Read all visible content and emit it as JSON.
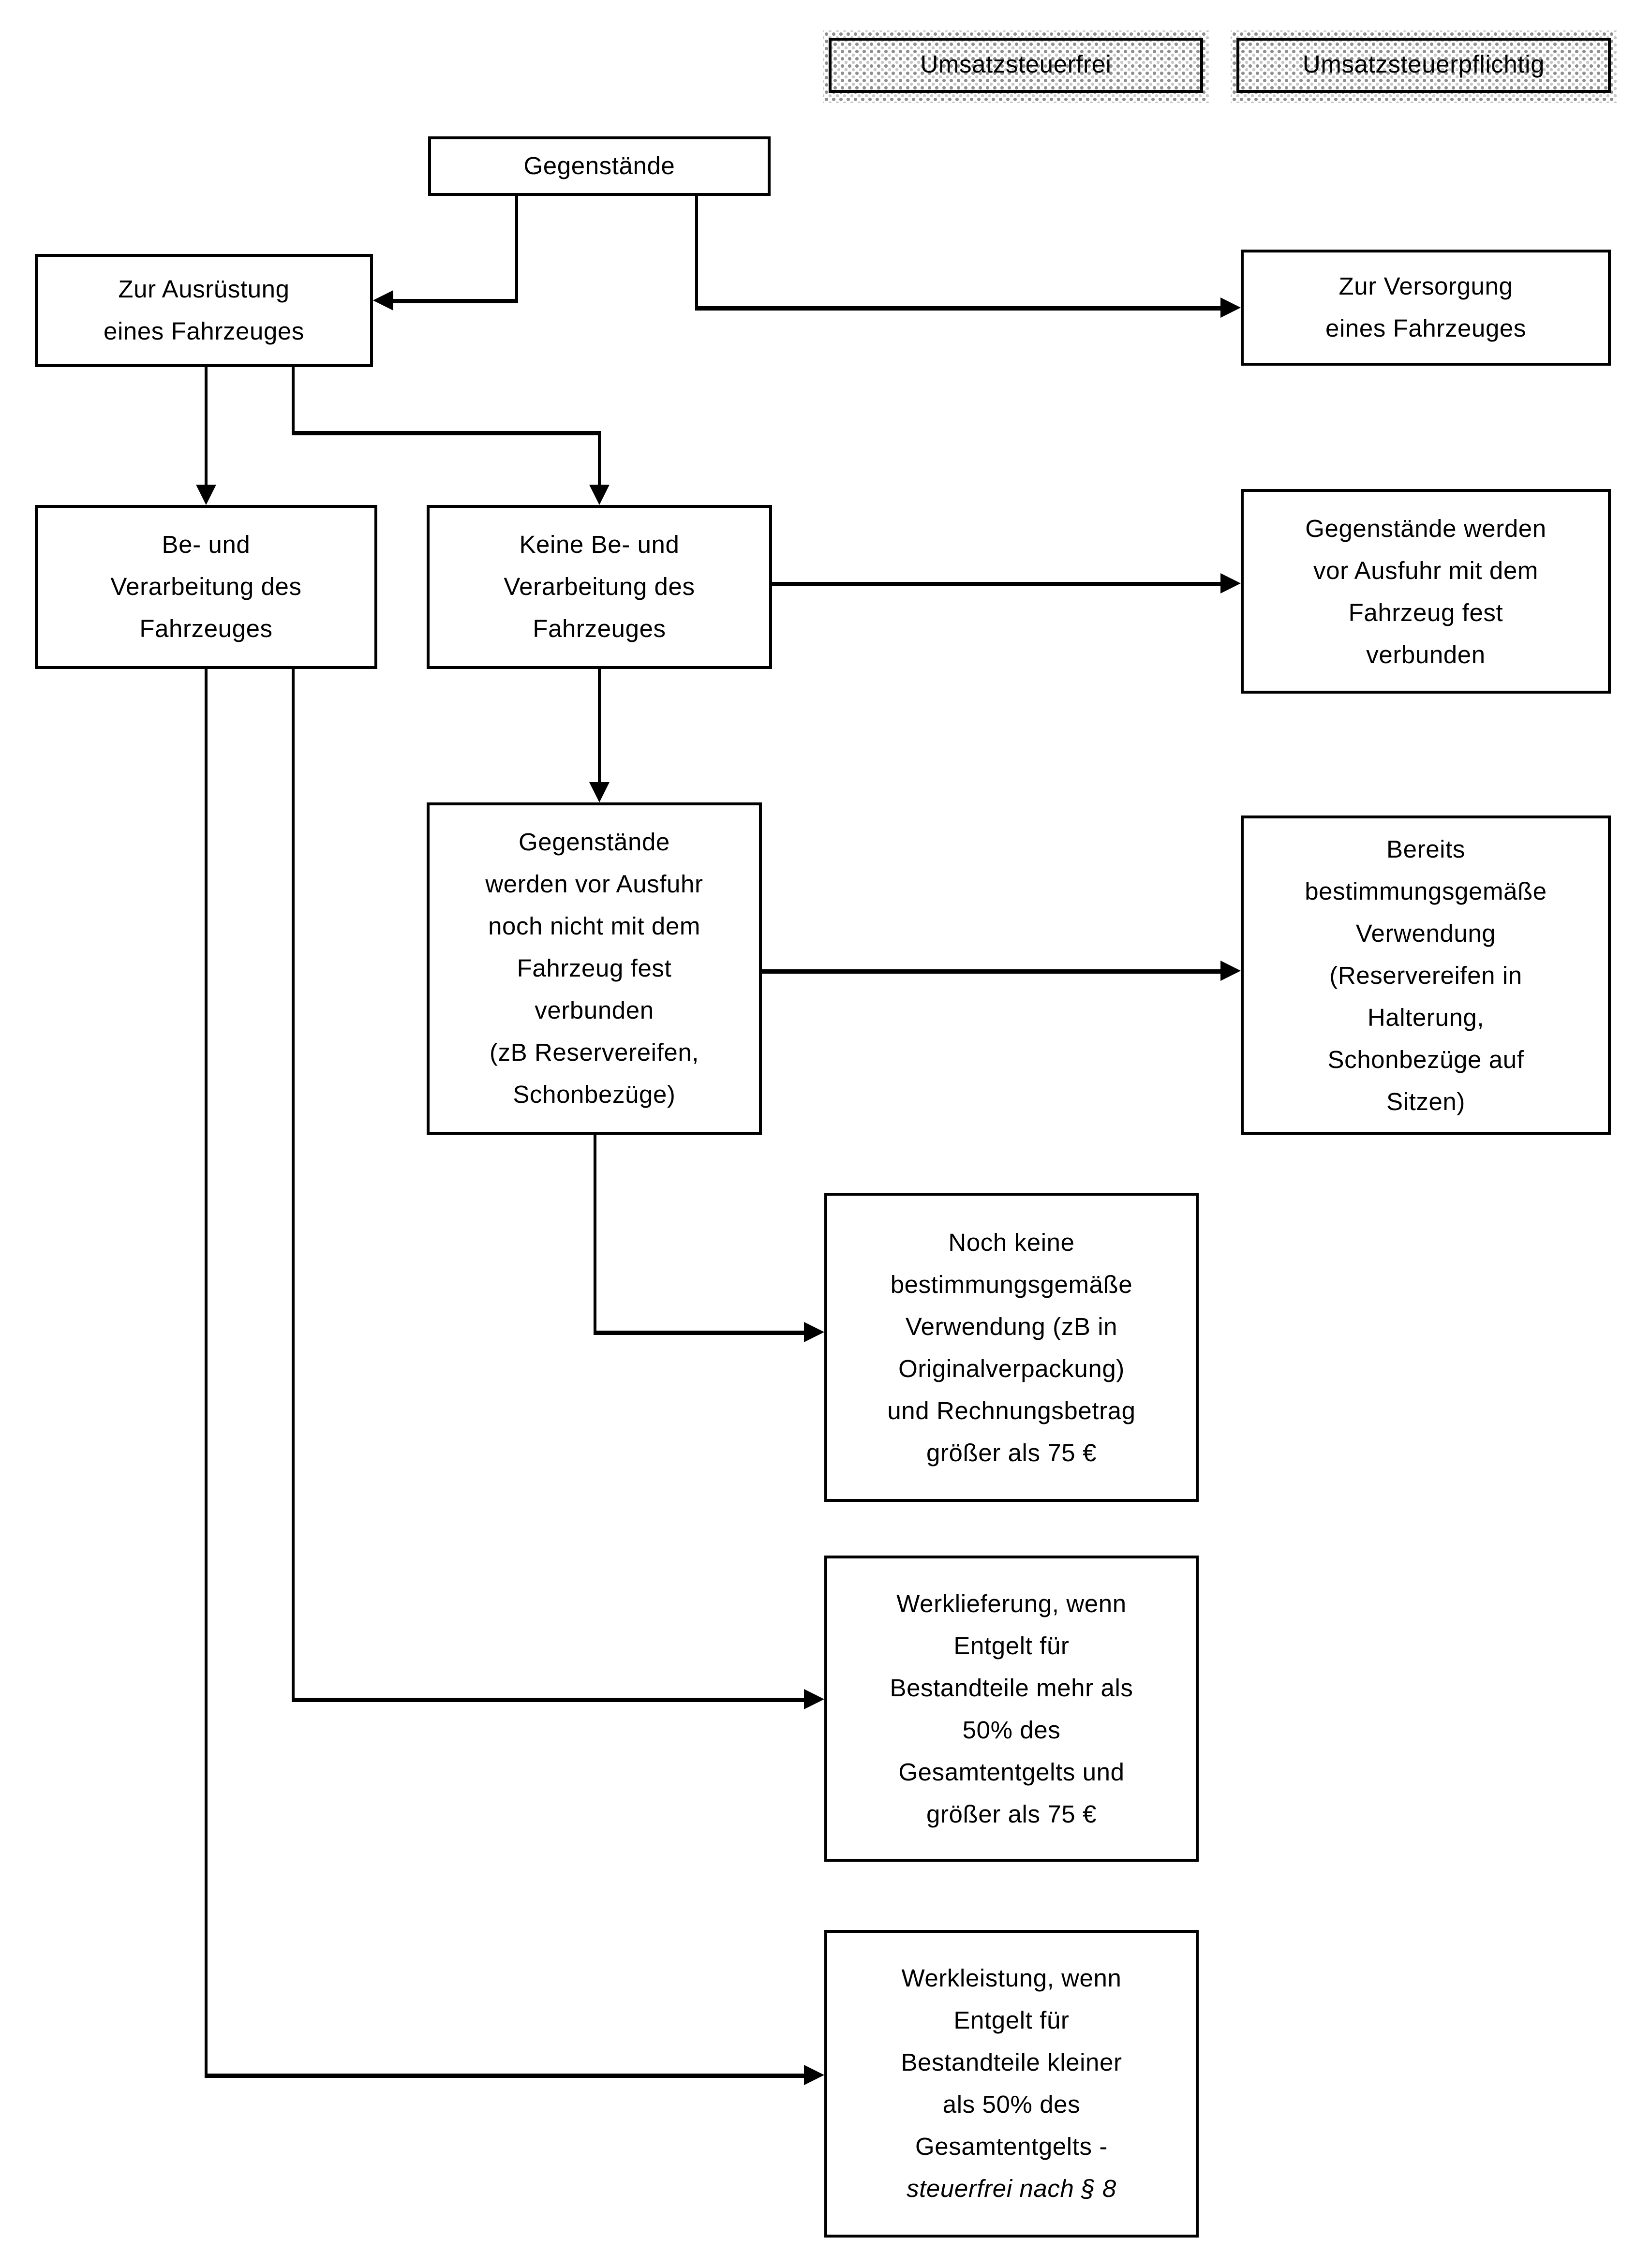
{
  "legend": {
    "tax_free": "Umsatzsteuerfrei",
    "tax_liable": "Umsatzsteuerpflichtig"
  },
  "nodes": {
    "gegenstaende": "Gegenstände",
    "zur_ausruestung": "Zur Ausrüstung\neines Fahrzeuges",
    "zur_versorgung": "Zur Versorgung\neines Fahrzeuges",
    "be_und_verarbeitung": "Be- und\nVerarbeitung des\nFahrzeuges",
    "keine_be_und_verarbeitung": "Keine Be- und\nVerarbeitung des\nFahrzeuges",
    "fest_verbunden": "Gegenstände werden\nvor Ausfuhr mit dem\nFahrzeug fest\nverbunden",
    "noch_nicht_fest_verbunden": "Gegenstände\nwerden vor Ausfuhr\nnoch nicht mit dem\nFahrzeug fest\nverbunden\n(zB Reservereifen,\nSchonbezüge)",
    "bereits_verwendung": "Bereits\nbestimmungsgemäße\nVerwendung\n(Reservereifen in\nHalterung,\nSchonbezüge auf\nSitzen)",
    "noch_keine_verwendung": "Noch keine\nbestimmungsgemäße\nVerwendung (zB in\nOriginalverpackung)\nund Rechnungsbetrag\ngrößer als 75 €",
    "werklieferung": "Werklieferung, wenn\nEntgelt für\nBestandteile mehr als\n50% des\nGesamtentgelts und\ngrößer als 75 €",
    "werkleistung_main": "Werkleistung, wenn\nEntgelt für\nBestandteile kleiner\nals 50% des\nGesamtentgelts -\n",
    "werkleistung_italic": "steuerfrei nach § 8"
  },
  "colors": {
    "line": "#000000",
    "box_border": "#000000",
    "background": "#ffffff",
    "stipple_dot": "#8f8f8f"
  }
}
